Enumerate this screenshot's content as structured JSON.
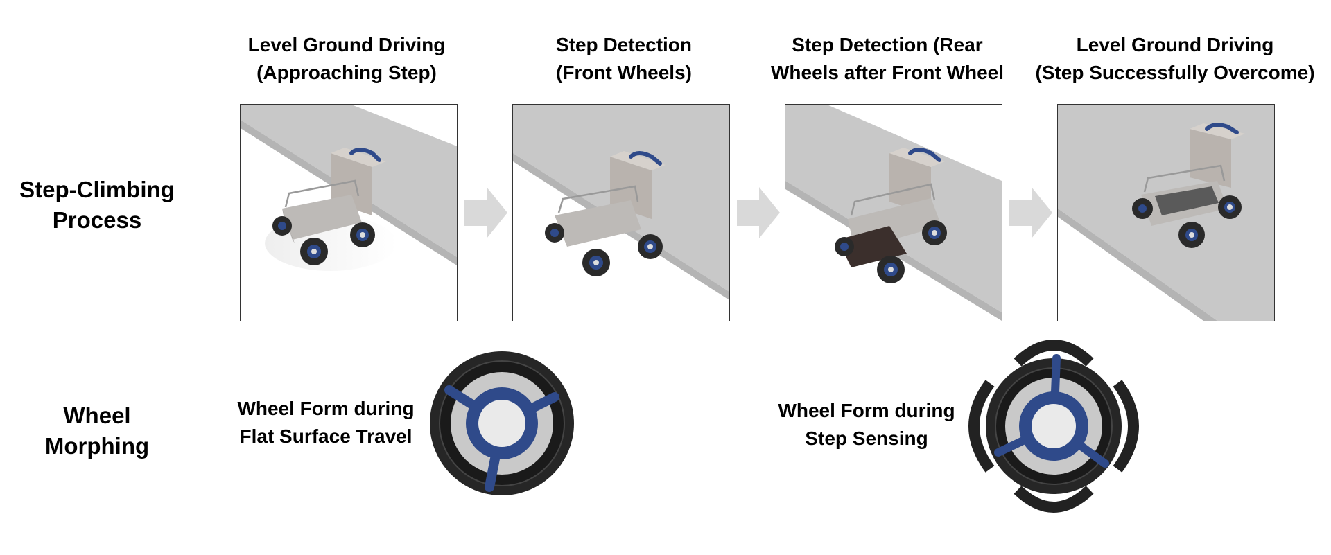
{
  "rows": {
    "step_climbing": "Step-Climbing Process",
    "wheel_morphing": "Wheel Morphing"
  },
  "stages": [
    {
      "line1": "Level Ground Driving",
      "line2": "(Approaching Step)"
    },
    {
      "line1": "Step Detection",
      "line2": "(Front Wheels)"
    },
    {
      "line1": "Step Detection (Rear",
      "line2": "Wheels after Front Wheel"
    },
    {
      "line1": "Level Ground Driving",
      "line2": "(Step Successfully Overcome)"
    }
  ],
  "wheels": {
    "flat": {
      "line1": "Wheel Form during",
      "line2": "Flat Surface Travel"
    },
    "step": {
      "line1": "Wheel Form during",
      "line2": "Step Sensing"
    }
  },
  "colors": {
    "accent_blue": "#2f4a8a",
    "tire": "#2a2a2a",
    "step_gray": "#c8c8c8",
    "arrow_gray": "#d9d9d9"
  }
}
